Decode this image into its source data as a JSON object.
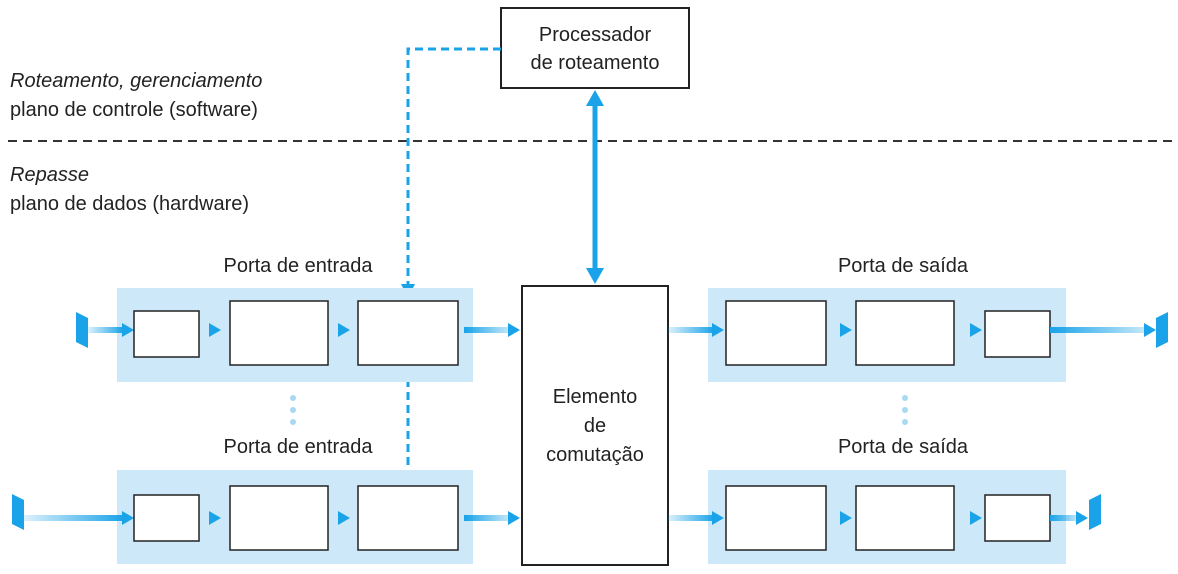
{
  "control_plane": {
    "title": "Roteamento, gerenciamento",
    "subtitle": "plano de controle (software)"
  },
  "data_plane": {
    "title": "Repasse",
    "subtitle": "plano de dados (hardware)"
  },
  "routing_processor": {
    "line1": "Processador",
    "line2": "de roteamento"
  },
  "switch_fabric": {
    "line1": "Elemento",
    "line2": "de",
    "line3": "comutação"
  },
  "input_ports": [
    {
      "label": "Porta de entrada"
    },
    {
      "label": "Porta de entrada"
    }
  ],
  "output_ports": [
    {
      "label": "Porta de saída"
    },
    {
      "label": "Porta de saída"
    }
  ],
  "colors": {
    "accent": "#1aa3e8",
    "port_background": "#cde9f9",
    "box_border": "#222222",
    "divider": "#333333"
  }
}
